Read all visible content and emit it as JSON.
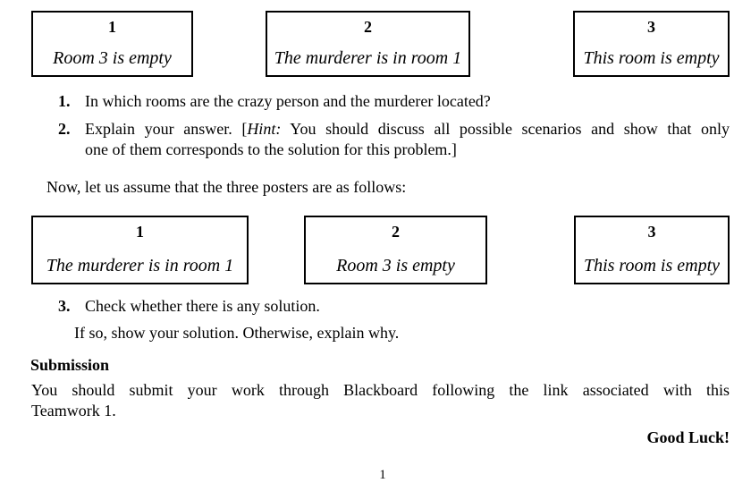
{
  "posters_row1": [
    {
      "number": "1",
      "text": "Room 3 is empty"
    },
    {
      "number": "2",
      "text": "The murderer is in room 1"
    },
    {
      "number": "3",
      "text": "This room is empty"
    }
  ],
  "posters_row2": [
    {
      "number": "1",
      "text": "The murderer is in room 1"
    },
    {
      "number": "2",
      "text": "Room 3 is empty"
    },
    {
      "number": "3",
      "text": "This room is empty"
    }
  ],
  "questions": {
    "q1_number": "1.",
    "q1_text": "In which rooms are the crazy person and the murderer located?",
    "q2_number": "2.",
    "q2_line1_pre": "Explain your answer. [",
    "q2_hint": "Hint:",
    "q2_line1_post": " You should discuss all possible scenarios and show that only",
    "q2_line2": "one of them corresponds to the solution for this problem.]",
    "q3_number": "3.",
    "q3_text": "Check whether there is any solution.",
    "q3_followup": "If so, show your solution. Otherwise, explain why."
  },
  "now_text": "Now, let us assume that the three posters are as follows:",
  "submission": {
    "heading": "Submission",
    "line1": "You should submit your work through Blackboard following the link associated with this",
    "line2": "Teamwork 1."
  },
  "good_luck": "Good Luck!",
  "page_number": "1",
  "colors": {
    "text": "#000000",
    "background": "#ffffff",
    "border": "#000000"
  }
}
